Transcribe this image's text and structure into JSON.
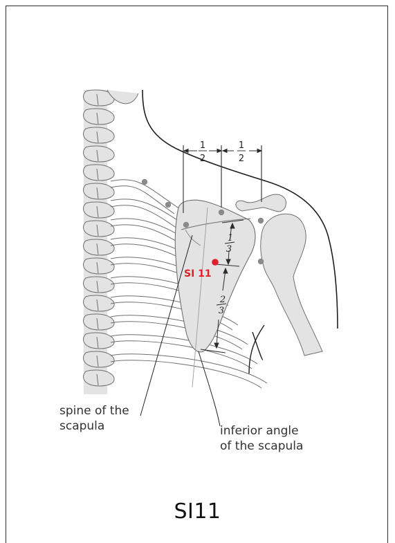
{
  "figure": {
    "point_label": "SI 11",
    "title": "SI11"
  },
  "measurements": {
    "upper_left": {
      "numerator": "1",
      "denominator": "2"
    },
    "upper_right": {
      "numerator": "1",
      "denominator": "2"
    },
    "vertical_upper": {
      "numerator": "1",
      "denominator": "3"
    },
    "vertical_lower": {
      "numerator": "2",
      "denominator": "3"
    }
  },
  "annotations": {
    "spine_line1": "spine of the",
    "spine_line2": "scapula",
    "inferior_line1": "inferior angle",
    "inferior_line2": "of the scapula"
  },
  "colors": {
    "bone_fill": "#e3e3e3",
    "bone_stroke": "#6e6e6e",
    "point": "#e0202a",
    "landmark_dot": "#8a8a8a"
  }
}
